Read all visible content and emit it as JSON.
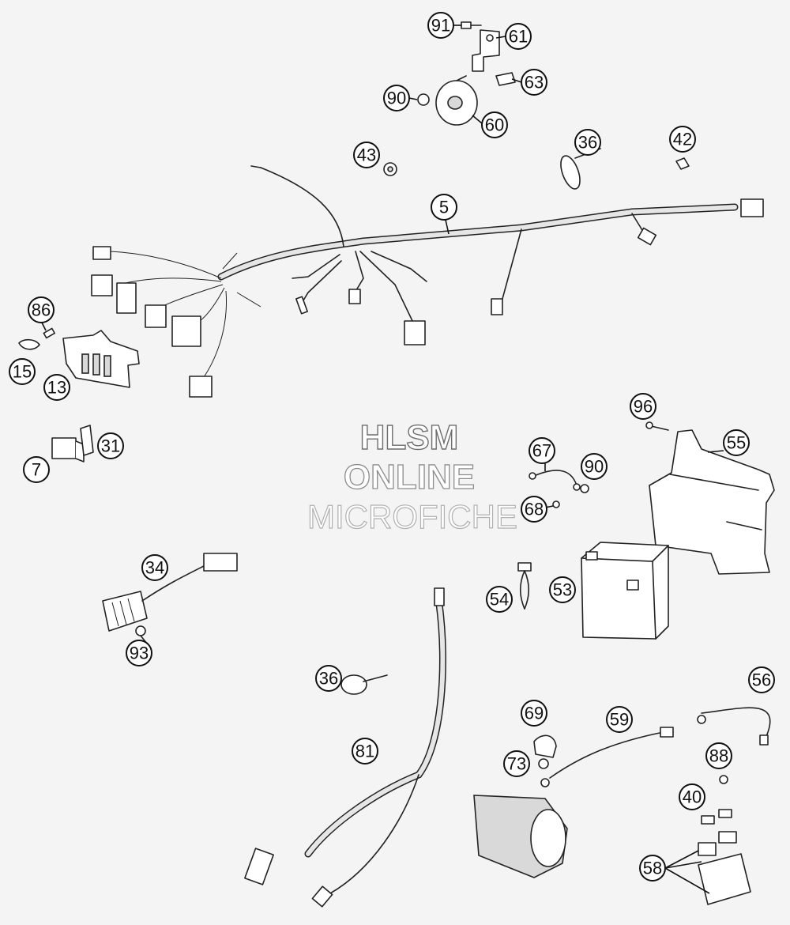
{
  "watermark": {
    "line1": "HLSM",
    "line2": "ONLINE",
    "line3": "MICROFICHE"
  },
  "callouts": [
    "91",
    "61",
    "63",
    "90",
    "60",
    "43",
    "36",
    "42",
    "5",
    "86",
    "15",
    "13",
    "7",
    "31",
    "96",
    "55",
    "67",
    "90",
    "68",
    "34",
    "54",
    "53",
    "93",
    "36",
    "81",
    "69",
    "59",
    "56",
    "73",
    "88",
    "40",
    "58"
  ]
}
